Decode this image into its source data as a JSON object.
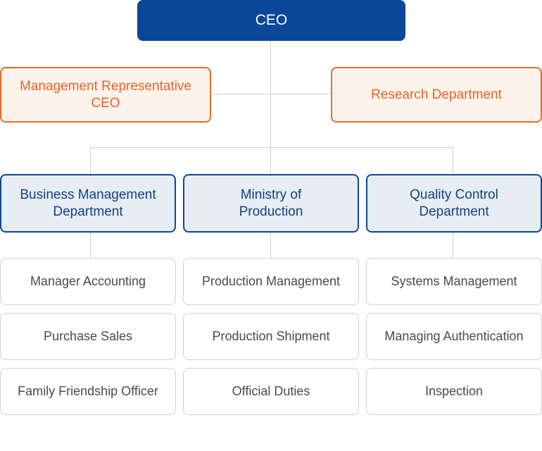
{
  "ceo": {
    "label": "CEO"
  },
  "side_boxes": [
    {
      "line1": "Management Representative",
      "line2": "CEO"
    },
    {
      "line1": "Research Department",
      "line2": ""
    }
  ],
  "departments": [
    {
      "line1": "Business Management",
      "line2": "Department",
      "duties": [
        "Manager Accounting",
        "Purchase Sales",
        "Family Friendship Officer"
      ]
    },
    {
      "line1": "Ministry of",
      "line2": "Production",
      "duties": [
        "Production Management",
        "Production Shipment",
        "Official Duties"
      ]
    },
    {
      "line1": "Quality Control",
      "line2": "Department",
      "duties": [
        "Systems Management",
        "Managing Authentication",
        "Inspection"
      ]
    }
  ],
  "colors": {
    "ceo_fill": "#0b4797",
    "orange_border": "#ec6b2d",
    "orange_text": "#e8612b",
    "orange_fill": "#fdf3ea",
    "dept_border": "#0b4797",
    "dept_fill": "#e6eef4",
    "dept_text": "#163d85",
    "connector": "#cfcfcf"
  }
}
